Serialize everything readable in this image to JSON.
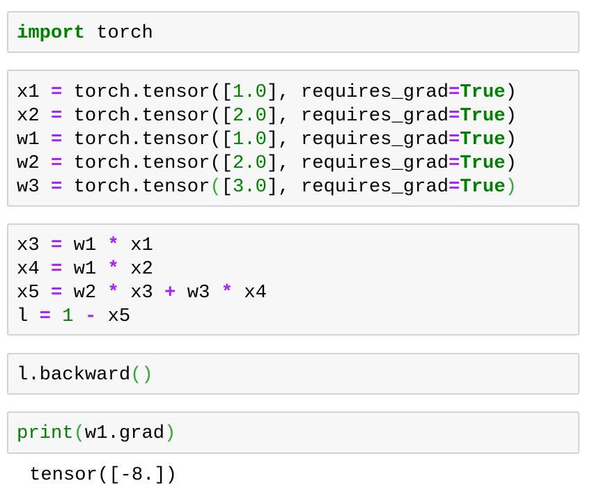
{
  "notebook": {
    "cells": [
      {
        "type": "code",
        "lines": [
          [
            {
              "t": "import",
              "c": "kw"
            },
            {
              "t": " torch",
              "c": ""
            }
          ]
        ]
      },
      {
        "type": "code",
        "lines": [
          [
            {
              "t": "x1 ",
              "c": ""
            },
            {
              "t": "=",
              "c": "op"
            },
            {
              "t": " torch.tensor([",
              "c": ""
            },
            {
              "t": "1.0",
              "c": "num"
            },
            {
              "t": "], requires_grad",
              "c": ""
            },
            {
              "t": "=",
              "c": "op"
            },
            {
              "t": "True",
              "c": "kw"
            },
            {
              "t": ")",
              "c": ""
            }
          ],
          [
            {
              "t": "x2 ",
              "c": ""
            },
            {
              "t": "=",
              "c": "op"
            },
            {
              "t": " torch.tensor([",
              "c": ""
            },
            {
              "t": "2.0",
              "c": "num"
            },
            {
              "t": "], requires_grad",
              "c": ""
            },
            {
              "t": "=",
              "c": "op"
            },
            {
              "t": "True",
              "c": "kw"
            },
            {
              "t": ")",
              "c": ""
            }
          ],
          [
            {
              "t": "w1 ",
              "c": ""
            },
            {
              "t": "=",
              "c": "op"
            },
            {
              "t": " torch.tensor([",
              "c": ""
            },
            {
              "t": "1.0",
              "c": "num"
            },
            {
              "t": "], requires_grad",
              "c": ""
            },
            {
              "t": "=",
              "c": "op"
            },
            {
              "t": "True",
              "c": "kw"
            },
            {
              "t": ")",
              "c": ""
            }
          ],
          [
            {
              "t": "w2 ",
              "c": ""
            },
            {
              "t": "=",
              "c": "op"
            },
            {
              "t": " torch.tensor([",
              "c": ""
            },
            {
              "t": "2.0",
              "c": "num"
            },
            {
              "t": "], requires_grad",
              "c": ""
            },
            {
              "t": "=",
              "c": "op"
            },
            {
              "t": "True",
              "c": "kw"
            },
            {
              "t": ")",
              "c": ""
            }
          ],
          [
            {
              "t": "w3 ",
              "c": ""
            },
            {
              "t": "=",
              "c": "op"
            },
            {
              "t": " torch.tensor",
              "c": ""
            },
            {
              "t": "(",
              "c": "br"
            },
            {
              "t": "[",
              "c": ""
            },
            {
              "t": "3.0",
              "c": "num"
            },
            {
              "t": "], requires_grad",
              "c": ""
            },
            {
              "t": "=",
              "c": "op"
            },
            {
              "t": "True",
              "c": "kw"
            },
            {
              "t": ")",
              "c": "br"
            }
          ]
        ]
      },
      {
        "type": "code",
        "lines": [
          [
            {
              "t": "x3 ",
              "c": ""
            },
            {
              "t": "=",
              "c": "op"
            },
            {
              "t": " w1 ",
              "c": ""
            },
            {
              "t": "*",
              "c": "op"
            },
            {
              "t": " x1",
              "c": ""
            }
          ],
          [
            {
              "t": "x4 ",
              "c": ""
            },
            {
              "t": "=",
              "c": "op"
            },
            {
              "t": " w1 ",
              "c": ""
            },
            {
              "t": "*",
              "c": "op"
            },
            {
              "t": " x2",
              "c": ""
            }
          ],
          [
            {
              "t": "x5 ",
              "c": ""
            },
            {
              "t": "=",
              "c": "op"
            },
            {
              "t": " w2 ",
              "c": ""
            },
            {
              "t": "*",
              "c": "op"
            },
            {
              "t": " x3 ",
              "c": ""
            },
            {
              "t": "+",
              "c": "op"
            },
            {
              "t": " w3 ",
              "c": ""
            },
            {
              "t": "*",
              "c": "op"
            },
            {
              "t": " x4",
              "c": ""
            }
          ],
          [
            {
              "t": "l ",
              "c": ""
            },
            {
              "t": "=",
              "c": "op"
            },
            {
              "t": " ",
              "c": ""
            },
            {
              "t": "1",
              "c": "num"
            },
            {
              "t": " ",
              "c": ""
            },
            {
              "t": "-",
              "c": "op"
            },
            {
              "t": " x5",
              "c": ""
            }
          ]
        ]
      },
      {
        "type": "code",
        "lines": [
          [
            {
              "t": "l.backward",
              "c": ""
            },
            {
              "t": "()",
              "c": "br"
            }
          ]
        ]
      },
      {
        "type": "code",
        "lines": [
          [
            {
              "t": "print",
              "c": "num"
            },
            {
              "t": "(",
              "c": "br"
            },
            {
              "t": "w1.grad",
              "c": ""
            },
            {
              "t": ")",
              "c": "br"
            }
          ]
        ],
        "output": "tensor([-8.])"
      }
    ]
  },
  "colors": {
    "cell_background": "#f7f7f7",
    "cell_border": "#d3d3d3",
    "keyword": "#008000",
    "operator": "#aa22ff",
    "number": "#008000",
    "matched_bracket": "#33aa33"
  }
}
